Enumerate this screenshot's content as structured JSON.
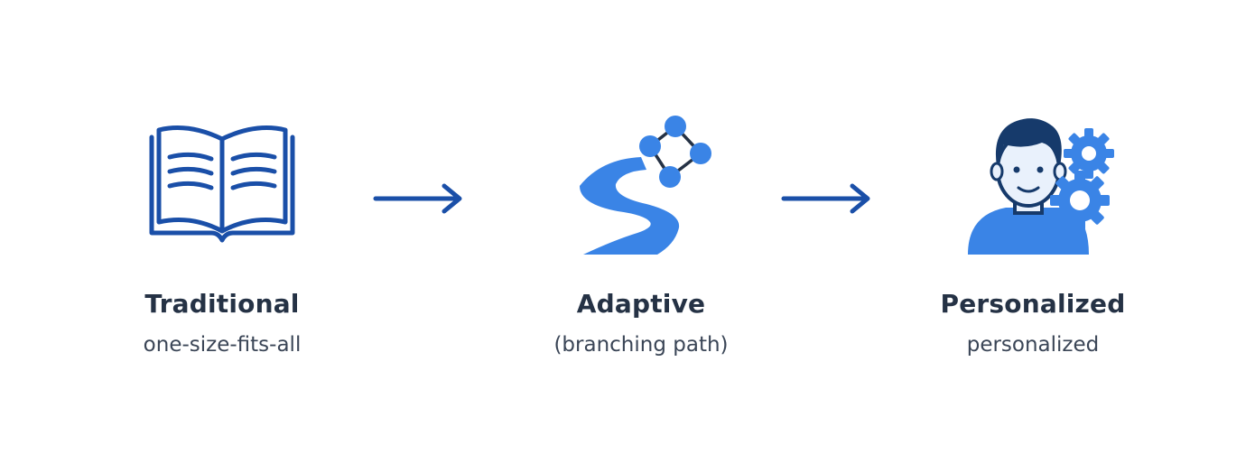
{
  "stages": [
    {
      "title": "Traditional",
      "subtitle": "one-size-fits-all",
      "icon": "open-book-icon"
    },
    {
      "title": "Adaptive",
      "subtitle": "(branching path)",
      "icon": "branching-path-icon"
    },
    {
      "title": "Personalized",
      "subtitle": "personalized",
      "icon": "person-with-gears-icon"
    }
  ],
  "colors": {
    "dark_blue": "#1a4fa8",
    "bright_blue": "#3a84e6",
    "navy": "#163a6b",
    "text": "#253245"
  }
}
